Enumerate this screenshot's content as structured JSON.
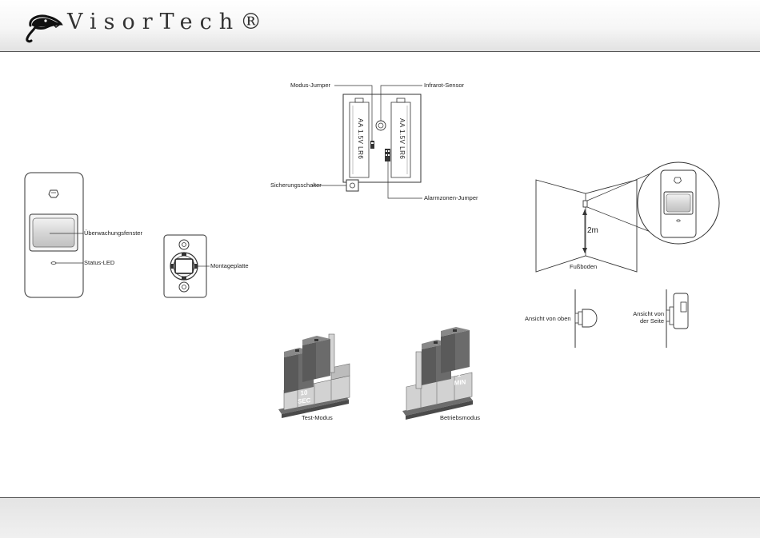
{
  "header": {
    "brand": "VisorTech®"
  },
  "sensor_front": {
    "window_label": "Überwachungsfenster",
    "led_label": "Status-LED"
  },
  "mount_plate": {
    "label": "Montageplatte"
  },
  "battery_compartment": {
    "mode_jumper_label": "Modus-Jumper",
    "infrared_label": "Infrarot-Sensor",
    "tamper_label": "Sicherungsschalter",
    "zone_jumper_label": "Alarmzonen-Jumper",
    "battery_1": "AA 1.5V LR6",
    "battery_2": "AA 1.5V LR6"
  },
  "jumper_modes": {
    "test_label": "Test-Modus",
    "test_value": "10",
    "test_unit": "SEC",
    "operating_label": "Betriebsmodus",
    "operating_value": "1",
    "operating_unit": "MIN"
  },
  "installation": {
    "height_label": "2m",
    "floor_label": "Fußboden"
  },
  "views": {
    "top_view_label": "Ansicht von oben",
    "side_view_label_1": "Ansicht von",
    "side_view_label_2": "der Seite"
  }
}
